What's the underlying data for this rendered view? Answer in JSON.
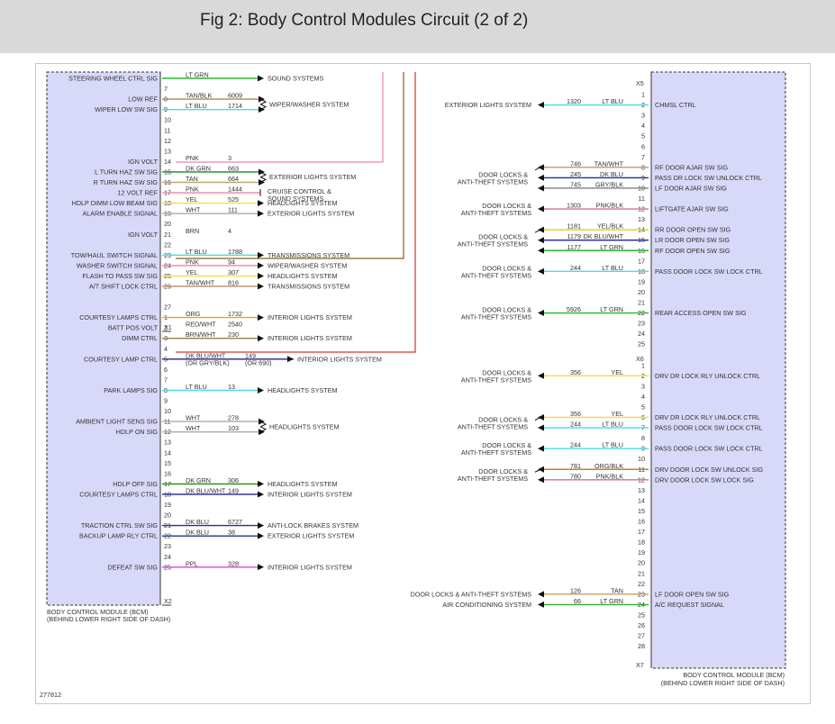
{
  "title": "Fig 2: Body Control Modules Circuit (2 of 2)",
  "colors": {
    "module_fill": "#d8d8f8",
    "wire": {
      "LT GRN": "#2ab52a",
      "TAN/BLK": "#b08850",
      "LT BLU": "#4cd8e8",
      "PNK": "#f080a8",
      "DK GRN": "#1a8a1a",
      "TAN": "#c4a070",
      "YEL": "#f0e040",
      "WHT": "#aaaaaa",
      "BRN": "#8a6020",
      "TAN/WHT": "#b89878",
      "ORG": "#f0a020",
      "RED/WHT": "#d83030",
      "BRN/WHT": "#a07848",
      "DK BLU/WHT": "#202090",
      "DK BLU": "#203090",
      "PPL": "#e040e0",
      "GRY/BLK": "#808080",
      "PNK/BLK": "#d07090",
      "YEL/BLK": "#d8d020",
      "ORG/BLK": "#c08030"
    }
  },
  "left_module": {
    "top_connector": "X1",
    "bottom_connector": "X2",
    "name": "BODY CONTROL MODULE (BCM)",
    "location": "(BEHIND LOWER RIGHT SIDE OF DASH)",
    "pins": [
      {
        "pin": "",
        "signal": "STEERING WHEEL CTRL SIG",
        "color": "LT GRN",
        "circuit": "",
        "dest": "SOUND SYSTEMS",
        "arrow": "out"
      },
      {
        "pin": "7"
      },
      {
        "pin": "8",
        "signal": "LOW REF",
        "color": "TAN/BLK",
        "circuit": "6009",
        "dest": "WIPER/WASHER SYSTEM",
        "group": "a"
      },
      {
        "pin": "9",
        "signal": "WIPER LOW SW SIG",
        "color": "LT BLU",
        "circuit": "1714",
        "group": "a"
      },
      {
        "pin": "10"
      },
      {
        "pin": "11"
      },
      {
        "pin": "12"
      },
      {
        "pin": "13"
      },
      {
        "pin": "14",
        "signal": "IGN VOLT",
        "color": "PNK",
        "circuit": "3",
        "dest": ""
      },
      {
        "pin": "15",
        "signal": "L TURN HAZ SW SIG",
        "color": "DK GRN",
        "circuit": "663",
        "dest": "EXTERIOR LIGHTS SYSTEM",
        "group": "b"
      },
      {
        "pin": "16",
        "signal": "R TURN HAZ SW SIG",
        "color": "TAN",
        "circuit": "664",
        "group": "b"
      },
      {
        "pin": "17",
        "signal": "12 VOLT REF",
        "color": "PNK",
        "circuit": "1444",
        "dest": "CRUISE CONTROL &",
        "dest2": "SOUND SYSTEMS",
        "arrow": "bar"
      },
      {
        "pin": "18",
        "signal": "HDLP DIMM LOW BEAM SIG",
        "color": "YEL",
        "circuit": "525",
        "dest": "HEADLIGHTS SYSTEM",
        "arrow": "in"
      },
      {
        "pin": "19",
        "signal": "ALARM ENABLE SIGNAL",
        "color": "WHT",
        "circuit": "111",
        "dest": "EXTERIOR LIGHTS SYSTEM",
        "arrow": "out"
      },
      {
        "pin": "20"
      },
      {
        "pin": "21",
        "signal": "IGN VOLT",
        "color": "BRN",
        "circuit": "4",
        "dest": ""
      },
      {
        "pin": "22"
      },
      {
        "pin": "23",
        "signal": "TOW/HAUL SWITCH SIGNAL",
        "color": "LT BLU",
        "circuit": "1788",
        "dest": "TRANSMISSIONS SYSTEM",
        "arrow": "in"
      },
      {
        "pin": "24",
        "signal": "WASHER SWITCH SIGNAL",
        "color": "PNK",
        "circuit": "94",
        "dest": "WIPER/WASHER SYSTEM",
        "arrow": "in"
      },
      {
        "pin": "25",
        "signal": "FLASH TO PASS SW SIG",
        "color": "YEL",
        "circuit": "307",
        "dest": "HEADLIGHTS SYSTEM",
        "arrow": "in"
      },
      {
        "pin": "26",
        "signal": "A/T SHIFT LOCK CTRL",
        "color": "TAN/WHT",
        "circuit": "816",
        "dest": "TRANSMISSIONS SYSTEM",
        "arrow": "out"
      },
      {
        "pin": "27"
      },
      {
        "pin": "1",
        "signal": "COURTESY LAMPS CTRL",
        "color": "ORG",
        "circuit": "1732",
        "dest": "INTERIOR LIGHTS SYSTEM",
        "arrow": "out"
      },
      {
        "pin": "2",
        "signal": "BATT POS VOLT",
        "color": "RED/WHT",
        "circuit": "2540",
        "dest": ""
      },
      {
        "pin": "3",
        "signal": "DIMM CTRL",
        "color": "BRN/WHT",
        "circuit": "230",
        "dest": "INTERIOR LIGHTS SYSTEM",
        "arrow": "out"
      },
      {
        "pin": "4"
      },
      {
        "pin": "5",
        "signal": "COURTESY LAMP CTRL",
        "color": "DK BLU/WHT",
        "color_alt": "(OR GRY/BLK)",
        "circuit": "149",
        "circuit_alt": "(OR 690)",
        "dest": "INTERIOR LIGHTS SYSTEM",
        "arrow": "out"
      },
      {
        "pin": "6"
      },
      {
        "pin": "7"
      },
      {
        "pin": "8",
        "signal": "PARK LAMPS SIG",
        "color": "LT BLU",
        "circuit": "13",
        "dest": "HEADLIGHTS SYSTEM",
        "arrow": "out"
      },
      {
        "pin": "9"
      },
      {
        "pin": "10"
      },
      {
        "pin": "11",
        "signal": "AMBIENT LIGHT SENS SIG",
        "color": "WHT",
        "circuit": "278",
        "dest": "HEADLIGHTS SYSTEM",
        "group": "c"
      },
      {
        "pin": "12",
        "signal": "HDLP ON SIG",
        "color": "WHT",
        "circuit": "103",
        "group": "c"
      },
      {
        "pin": "13"
      },
      {
        "pin": "14"
      },
      {
        "pin": "15"
      },
      {
        "pin": "16"
      },
      {
        "pin": "17",
        "signal": "HDLP OFF SIG",
        "color": "DK GRN",
        "circuit": "306",
        "dest": "HEADLIGHTS SYSTEM",
        "arrow": "in"
      },
      {
        "pin": "18",
        "signal": "COURTESY LAMPS CTRL",
        "color": "DK BLU/WHT",
        "circuit": "149",
        "dest": "INTERIOR LIGHTS SYSTEM",
        "arrow": "out"
      },
      {
        "pin": "19"
      },
      {
        "pin": "20"
      },
      {
        "pin": "21",
        "signal": "TRACTION CTRL SW SIG",
        "color": "DK BLU",
        "circuit": "6727",
        "dest": "ANTI-LOCK BRAKES SYSTEM",
        "arrow": "in"
      },
      {
        "pin": "22",
        "signal": "BACKUP LAMP RLY CTRL",
        "color": "DK BLU",
        "circuit": "38",
        "dest": "EXTERIOR LIGHTS SYSTEM",
        "arrow": "out"
      },
      {
        "pin": "23"
      },
      {
        "pin": "24"
      },
      {
        "pin": "25",
        "signal": "DEFEAT SW SIG",
        "color": "PPL",
        "circuit": "328",
        "dest": "INTERIOR LIGHTS SYSTEM",
        "arrow": "in"
      }
    ]
  },
  "right_module": {
    "connectors": [
      "X5",
      "X6",
      "X7"
    ],
    "name": "BODY CONTROL MODULE (BCM)",
    "location": "(BEHIND LOWER RIGHT SIDE OF DASH)",
    "pins": [
      {
        "pin": "1"
      },
      {
        "pin": "2",
        "signal": "CHMSL CTRL",
        "color": "LT BLU",
        "circuit": "1320",
        "dest": "EXTERIOR LIGHTS SYSTEM",
        "arrow": "out"
      },
      {
        "pin": "3"
      },
      {
        "pin": "4"
      },
      {
        "pin": "5"
      },
      {
        "pin": "6"
      },
      {
        "pin": "7"
      },
      {
        "pin": "8",
        "signal": "RF DOOR AJAR SW SIG",
        "color": "TAN/WHT",
        "circuit": "746",
        "dest": "DOOR LOCKS &",
        "dest2": "ANTI-THEFT SYSTEMS",
        "group": "d"
      },
      {
        "pin": "9",
        "signal": "PASS DR LOCK SW UNLOCK CTRL",
        "color": "DK BLU",
        "circuit": "245",
        "group": "d"
      },
      {
        "pin": "10",
        "signal": "LF DOOR AJAR SW SIG",
        "color": "GRY/BLK",
        "circuit": "745",
        "group": "d"
      },
      {
        "pin": "11"
      },
      {
        "pin": "12",
        "signal": "LIFTGATE AJAR SW SIG",
        "color": "PNK/BLK",
        "circuit": "1303",
        "dest": "DOOR LOCKS &",
        "dest2": "ANTI-THEFT SYSTEMS",
        "arrow": "in"
      },
      {
        "pin": "13"
      },
      {
        "pin": "14",
        "signal": "RR DOOR OPEN SW SIG",
        "color": "YEL/BLK",
        "circuit": "1181",
        "dest": "DOOR LOCKS &",
        "dest2": "ANTI-THEFT SYSTEMS",
        "group": "e"
      },
      {
        "pin": "15",
        "signal": "LR DOOR OPEN SW SIG",
        "color": "DK BLU/WHT",
        "circuit": "1179",
        "group": "e"
      },
      {
        "pin": "16",
        "signal": "RF DOOR OPEN SW SIG",
        "color": "LT GRN",
        "circuit": "1177",
        "group": "e"
      },
      {
        "pin": "17"
      },
      {
        "pin": "18",
        "signal": "PASS DOOR LOCK SW LOCK CTRL",
        "color": "LT BLU",
        "circuit": "244",
        "dest": "DOOR LOCKS &",
        "dest2": "ANTI-THEFT SYSTEMS",
        "arrow": "in"
      },
      {
        "pin": "19"
      },
      {
        "pin": "20"
      },
      {
        "pin": "21"
      },
      {
        "pin": "22",
        "signal": "REAR ACCESS OPEN SW SIG",
        "color": "LT GRN",
        "circuit": "5926",
        "dest": "DOOR LOCKS &",
        "dest2": "ANTI-THEFT SYSTEMS",
        "arrow": "in"
      },
      {
        "pin": "23"
      },
      {
        "pin": "24"
      },
      {
        "pin": "25"
      },
      {
        "pin": "1"
      },
      {
        "pin": "2",
        "signal": "DRV DR LOCK RLY UNLOCK CTRL",
        "color": "YEL",
        "circuit": "356",
        "dest": "DOOR LOCKS &",
        "dest2": "ANTI-THEFT SYSTEMS",
        "arrow": "out"
      },
      {
        "pin": "3"
      },
      {
        "pin": "4"
      },
      {
        "pin": "5"
      },
      {
        "pin": "6",
        "signal": "DRV DR LOCK RLY UNLOCK CTRL",
        "color": "YEL",
        "circuit": "356",
        "dest": "DOOR LOCKS &",
        "dest2": "ANTI-THEFT SYSTEMS",
        "group": "f"
      },
      {
        "pin": "7",
        "signal": "PASS DOOR LOCK SW LOCK CTRL",
        "color": "LT BLU",
        "circuit": "244",
        "group": "f"
      },
      {
        "pin": "8"
      },
      {
        "pin": "9",
        "signal": "PASS DOOR LOCK SW LOCK CTRL",
        "color": "LT BLU",
        "circuit": "244",
        "dest": "DOOR LOCKS &",
        "dest2": "ANTI-THEFT SYSTEMS",
        "arrow": "out"
      },
      {
        "pin": "10"
      },
      {
        "pin": "11",
        "signal": "DRV DOOR LOCK SW UNLOCK SIG",
        "color": "ORG/BLK",
        "circuit": "781",
        "dest": "DOOR LOCKS &",
        "dest2": "ANTI-THEFT SYSTEMS",
        "group": "g"
      },
      {
        "pin": "12",
        "signal": "DRV DOOR LOCK SW LOCK SIG",
        "color": "PNK/BLK",
        "circuit": "780",
        "group": "g"
      },
      {
        "pin": "13"
      },
      {
        "pin": "14"
      },
      {
        "pin": "15"
      },
      {
        "pin": "16"
      },
      {
        "pin": "17"
      },
      {
        "pin": "18"
      },
      {
        "pin": "19"
      },
      {
        "pin": "20"
      },
      {
        "pin": "21"
      },
      {
        "pin": "22"
      },
      {
        "pin": "23",
        "signal": "LF DOOR OPEN SW SIG",
        "color": "TAN",
        "circuit": "126",
        "dest": "DOOR LOCKS & ANTI-THEFT SYSTEMS",
        "arrow": "in"
      },
      {
        "pin": "24",
        "signal": "A/C REQUEST SIGNAL",
        "color": "LT GRN",
        "circuit": "66",
        "dest": "AIR CONDITIONING SYSTEM",
        "arrow": "out"
      },
      {
        "pin": "25"
      },
      {
        "pin": "26"
      },
      {
        "pin": "27"
      },
      {
        "pin": "28"
      }
    ]
  },
  "figure_id": "277812"
}
